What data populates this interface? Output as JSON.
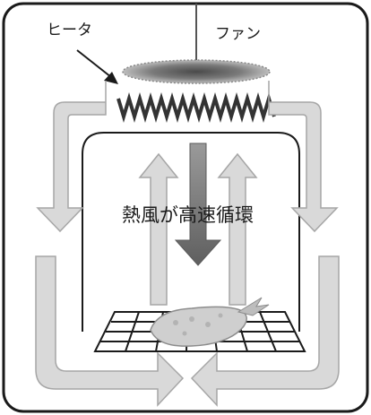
{
  "labels": {
    "heater": "ヒータ",
    "fan": "ファン",
    "center": "熱風が高速循環"
  },
  "colors": {
    "outline": "#1a1a1a",
    "arrow_fill": "#d9d9d9",
    "arrow_stroke": "#a6a6a6",
    "dark_arrow": "#7a7a7a",
    "heater_coil": "#333333",
    "fan_blur": "#6e6e6e",
    "food": "#cfcfcf"
  }
}
